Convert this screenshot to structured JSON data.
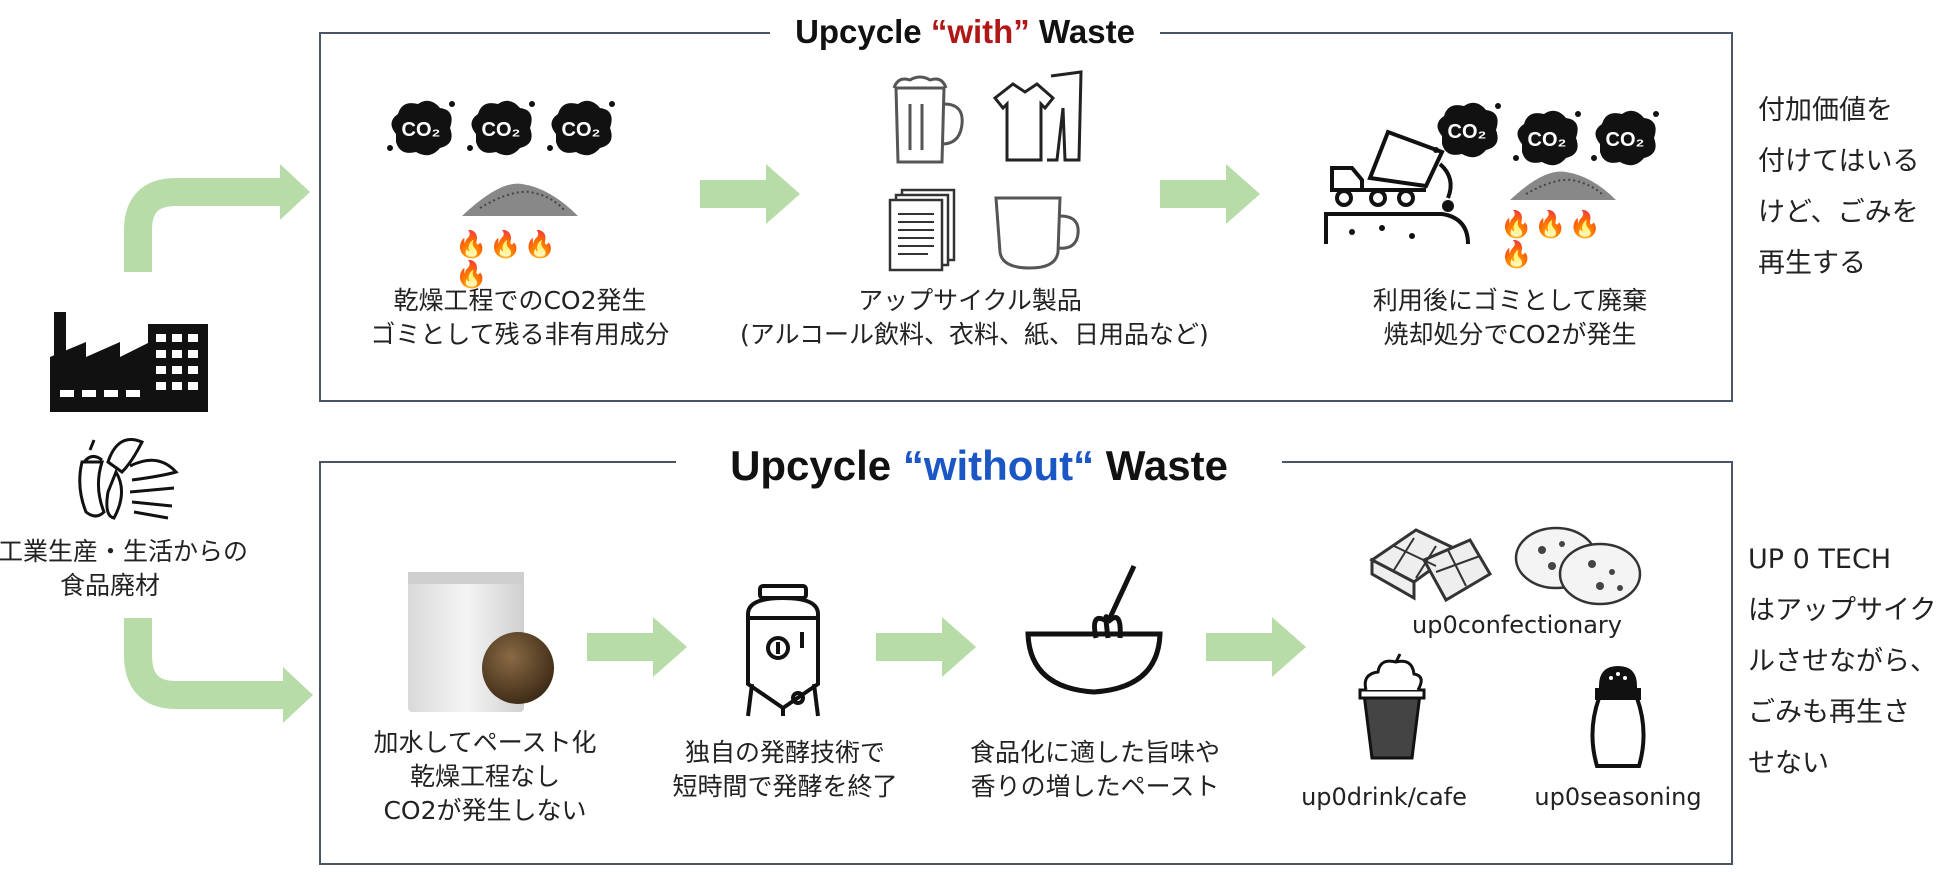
{
  "source": {
    "label_line1": "工業生産・生活からの",
    "label_line2": "食品廃材"
  },
  "with_panel": {
    "title_pre": "Upcycle ",
    "title_open_quote": "“",
    "title_word": "with",
    "title_close_quote": "”",
    "title_post": " Waste",
    "title_accent_color": "#b01818",
    "steps": [
      {
        "line1": "乾燥工程でのCO2発生",
        "line2": "ゴミとして残る非有用成分"
      },
      {
        "line1": "アップサイクル製品",
        "line2": "(アルコール飲料、衣料、紙、日用品など)"
      },
      {
        "line1": "利用後にゴミとして廃棄",
        "line2": "焼却処分でCO2が発生"
      }
    ],
    "co2_label": "CO",
    "co2_sub": "2"
  },
  "without_panel": {
    "title_pre": "Upcycle ",
    "title_open_quote": "“",
    "title_word": "without",
    "title_close_quote": "“",
    "title_post": " Waste",
    "title_accent_color": "#1a56c4",
    "steps": [
      {
        "line1": "加水してペースト化",
        "line2": "乾燥工程なし",
        "line3": "CO2が発生しない"
      },
      {
        "line1": "独自の発酵技術で",
        "line2": "短時間で発酵を終了"
      },
      {
        "line1": "食品化に適した旨味や",
        "line2": "香りの増したペースト"
      }
    ],
    "products": {
      "confectionary": "up0confectionary",
      "drink": "up0drink/cafe",
      "seasoning": "up0seasoning"
    }
  },
  "side_notes": {
    "with": [
      "付加価値を",
      "付けてはいる",
      "けど、ごみを",
      "再生する"
    ],
    "without": [
      "UP 0 TECH",
      "はアップサイク",
      "ルさせながら、",
      "ごみも再生さ",
      "せない"
    ]
  },
  "colors": {
    "arrow": "#b8dca8",
    "panel_border": "#4a5568"
  }
}
